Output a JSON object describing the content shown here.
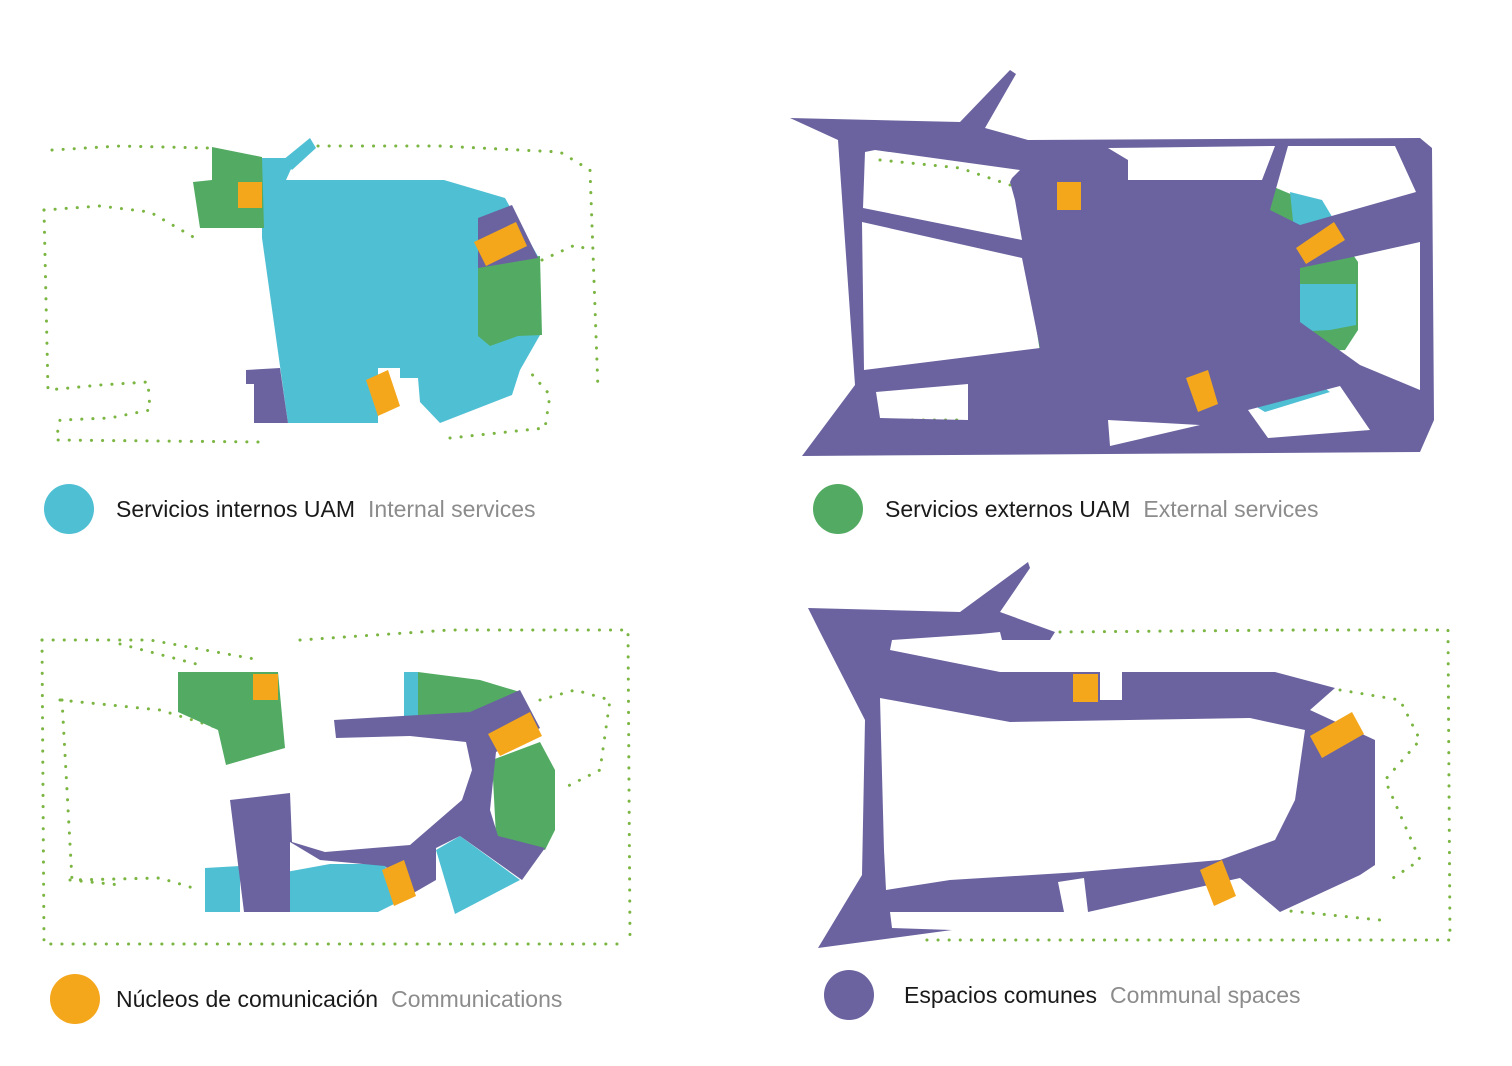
{
  "colors": {
    "internal": "#4fbfd4",
    "external": "#53ab63",
    "communications": "#f5a71c",
    "communal": "#6a639f",
    "outline_dots": "#7bb542"
  },
  "legends": [
    {
      "spanish": "Servicios internos UAM",
      "english": "Internal services",
      "color_key": "internal"
    },
    {
      "spanish": "Servicios externos UAM",
      "english": "External services",
      "color_key": "external"
    },
    {
      "spanish": "Núcleos de comunicación",
      "english": "Communications",
      "color_key": "communications"
    },
    {
      "spanish": "Espacios comunes",
      "english": "Communal spaces",
      "color_key": "communal"
    }
  ]
}
